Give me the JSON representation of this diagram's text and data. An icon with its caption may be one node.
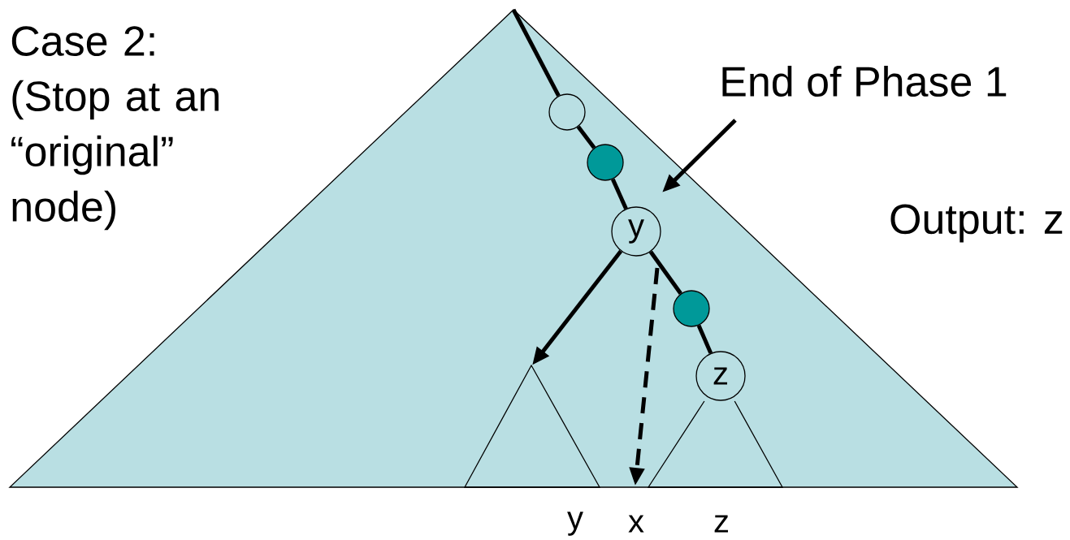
{
  "diagram": {
    "nodes": [
      {
        "text": [],
        "shape": "triangle"
      },
      {
        "text": [],
        "shape": "circle",
        "in": 0
      },
      {
        "text": [],
        "shape": "circle",
        "in": 0
      },
      {
        "text": [
          "y"
        ],
        "in": 0
      },
      {
        "text": [],
        "shape": "circle",
        "in": 0
      },
      {
        "text": [
          "z"
        ],
        "in": 0
      },
      {
        "text": [],
        "shape": "triangle",
        "in": 0
      },
      {
        "text": [],
        "shape": "triangle",
        "in": 0
      },
      {
        "text": [
          "End of Phase 1"
        ]
      }
    ],
    "edges": [
      {
        "from": null,
        "to": 1,
        "arrow": "none"
      },
      {
        "from": 1,
        "to": 2,
        "arrow": "none"
      },
      {
        "from": 2,
        "to": 3,
        "arrow": "none"
      },
      {
        "from": 3,
        "to": 4,
        "arrow": "none"
      },
      {
        "from": 4,
        "to": 5,
        "arrow": "none"
      },
      {
        "from": 3,
        "to": 6,
        "arrow": "to"
      },
      {
        "from": 3,
        "to": 7,
        "arrow": "to",
        "style": "dashed"
      },
      {
        "from": 8,
        "to": 0,
        "arrow": "to"
      }
    ],
    "labels": [
      "Case 2: (Stop at an “original” node)",
      "Output: z",
      "y",
      "x",
      "z"
    ]
  }
}
